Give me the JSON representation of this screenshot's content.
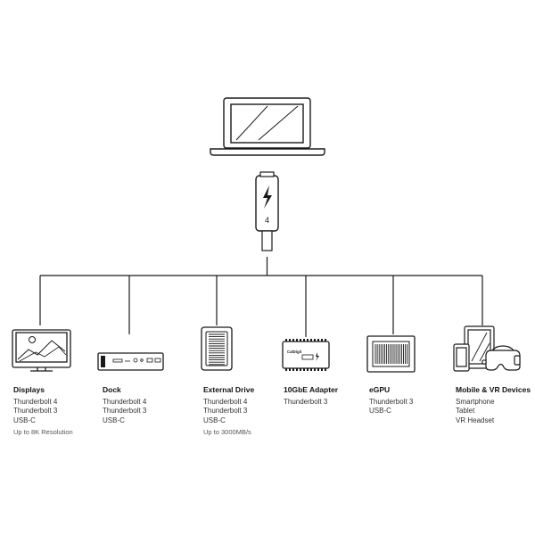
{
  "cable": {
    "generation": "4"
  },
  "devices": [
    {
      "name": "Displays",
      "lines": [
        "Thunderbolt 4",
        "Thunderbolt 3",
        "USB-C"
      ],
      "note": "Up to 8K Resolution"
    },
    {
      "name": "Dock",
      "lines": [
        "Thunderbolt 4",
        "Thunderbolt 3",
        "USB-C"
      ],
      "note": ""
    },
    {
      "name": "External Drive",
      "lines": [
        "Thunderbolt 4",
        "Thunderbolt 3",
        "USB-C"
      ],
      "note": "Up to 3000MB/s"
    },
    {
      "name": "10GbE Adapter",
      "lines": [
        "Thunderbolt 3"
      ],
      "note": ""
    },
    {
      "name": "eGPU",
      "lines": [
        "Thunderbolt 3",
        "USB-C"
      ],
      "note": ""
    },
    {
      "name": "Mobile & VR Devices",
      "lines": [
        "Smartphone",
        "Tablet",
        "VR Headset"
      ],
      "note": ""
    }
  ],
  "device_labels": {
    "adapter_brand": "CalDigit"
  },
  "icons": [
    "laptop-icon",
    "thunderbolt-cable-icon",
    "display-icon",
    "dock-icon",
    "external-drive-icon",
    "network-adapter-icon",
    "egpu-icon",
    "mobile-vr-icon"
  ]
}
